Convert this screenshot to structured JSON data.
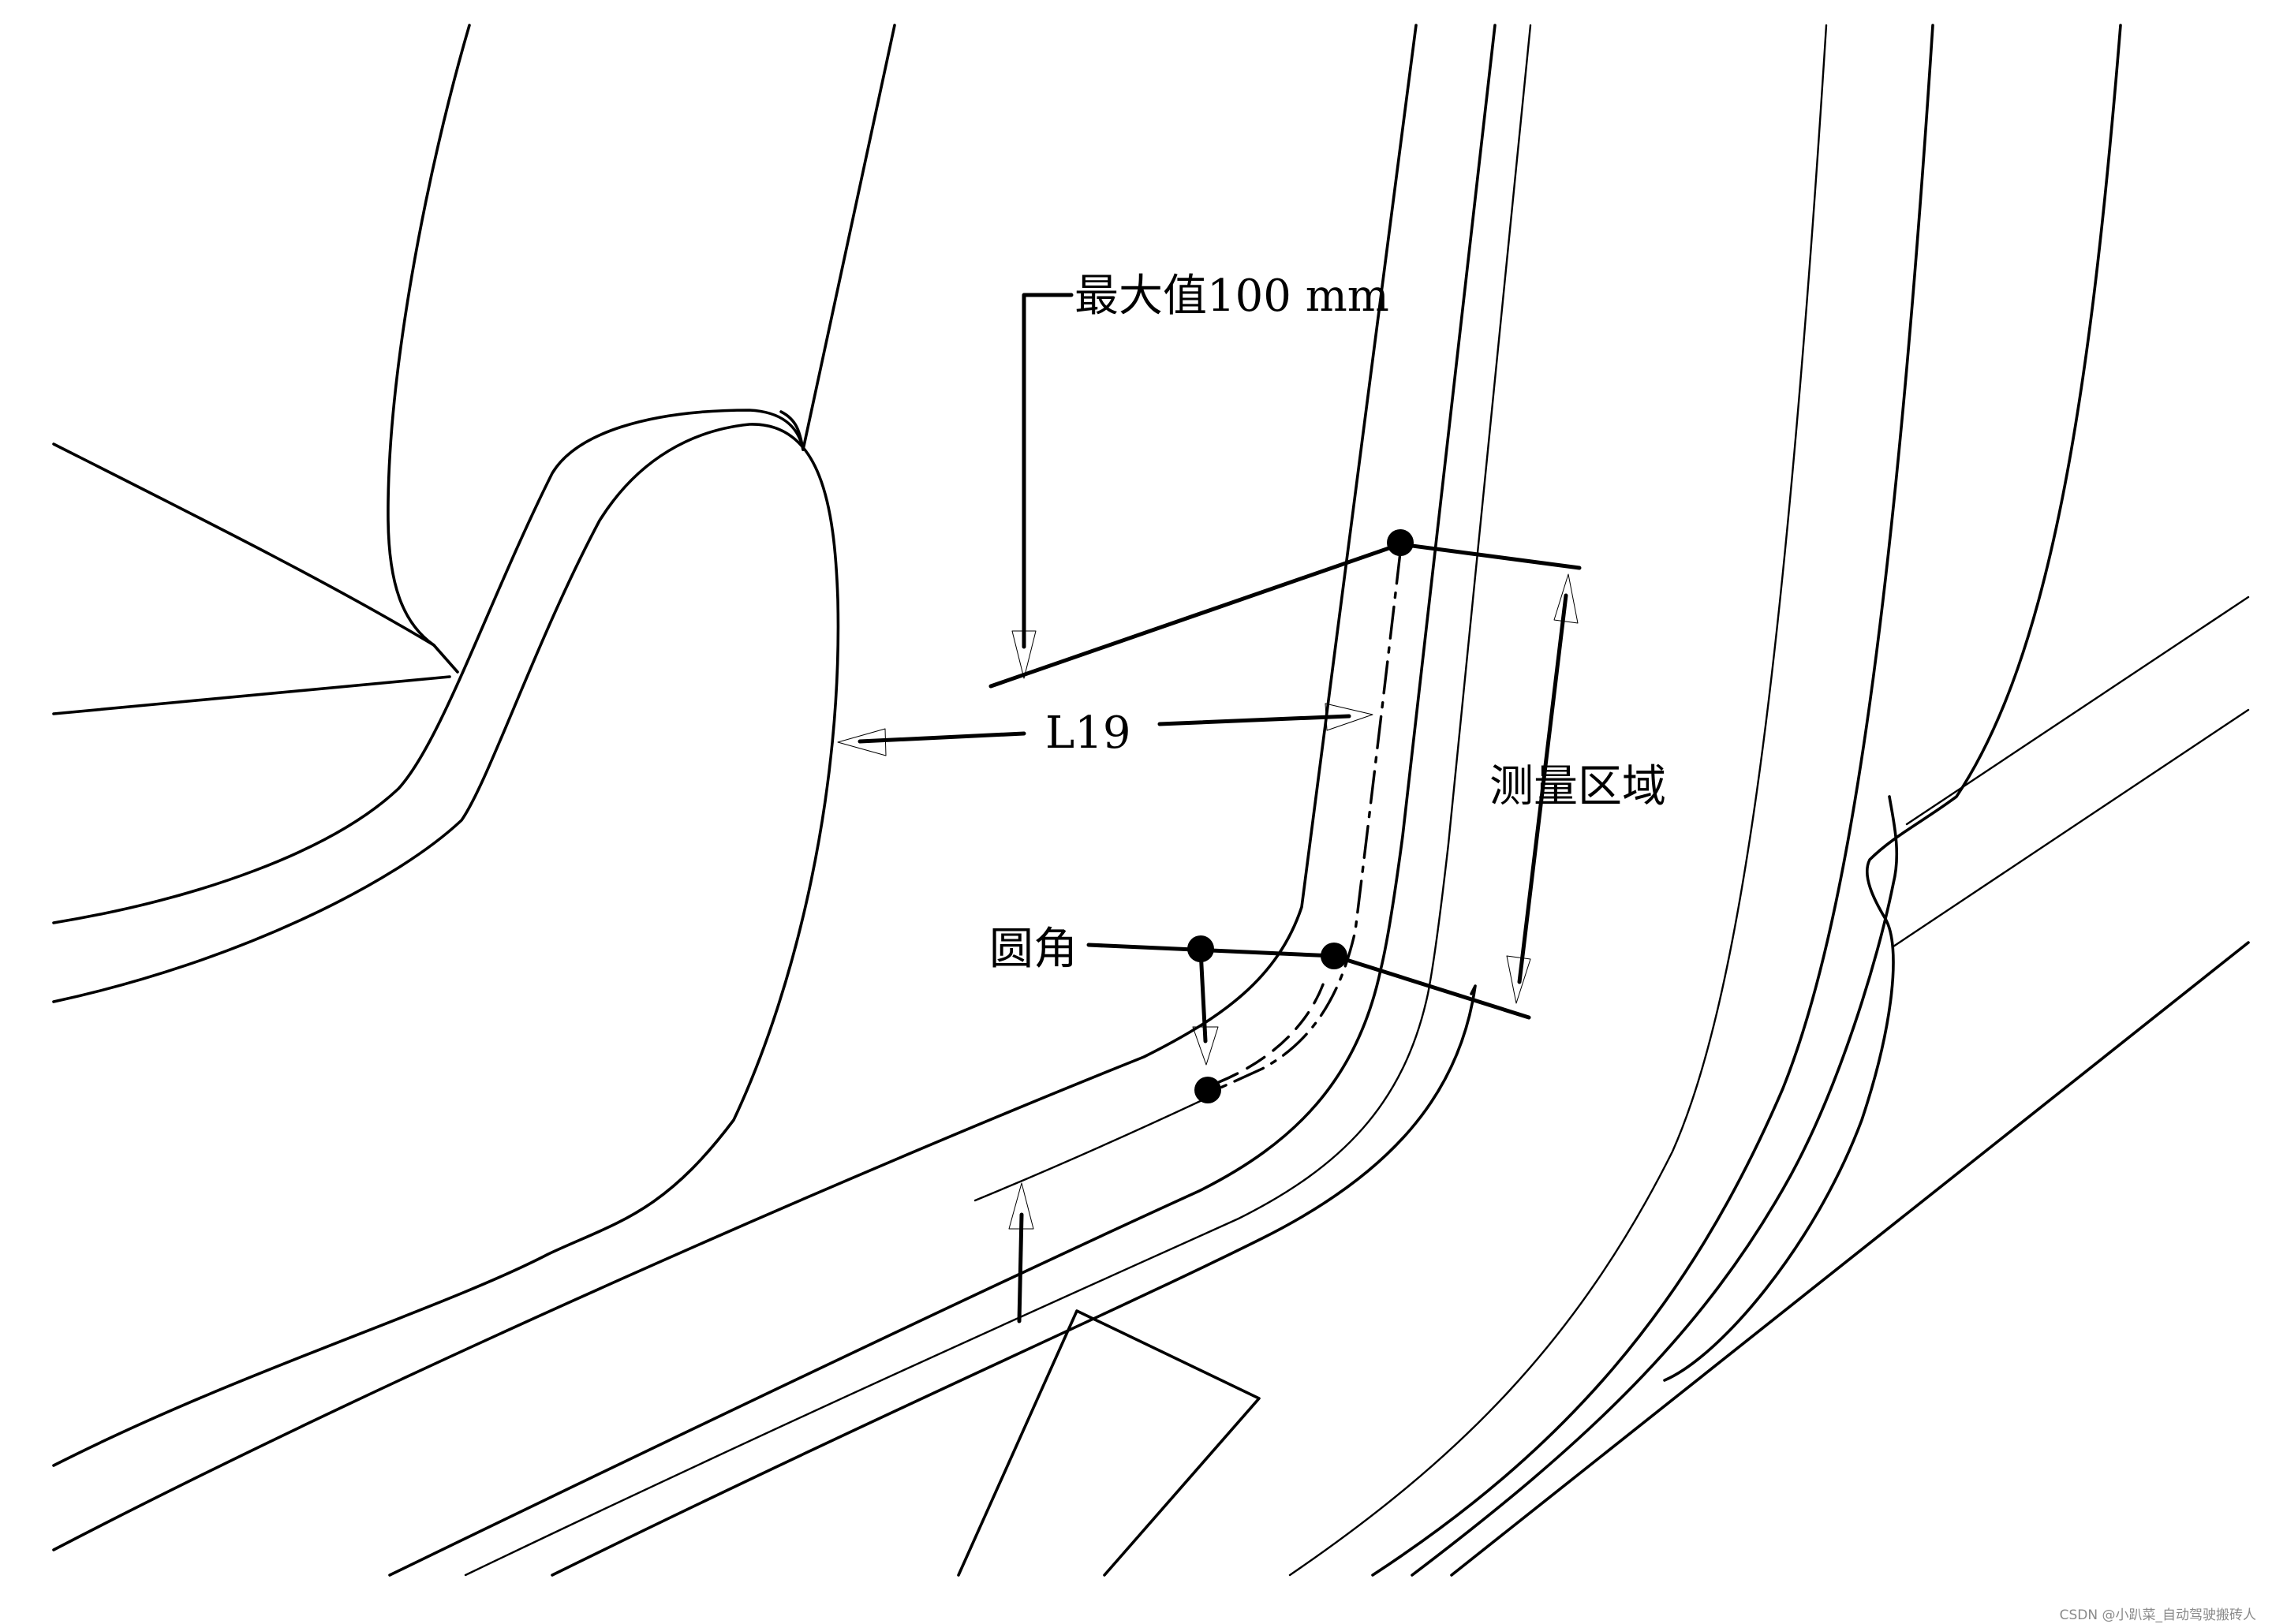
{
  "labels": {
    "max_value": "最大值100 mm",
    "l19": "L19",
    "measure_region": "测量区域",
    "fillet": "圆角"
  },
  "watermark": "CSDN @小趴菜_自动驾驶搬砖人",
  "colors": {
    "background": "#ffffff",
    "line": "#000000",
    "watermark": "#8a8a8a"
  }
}
